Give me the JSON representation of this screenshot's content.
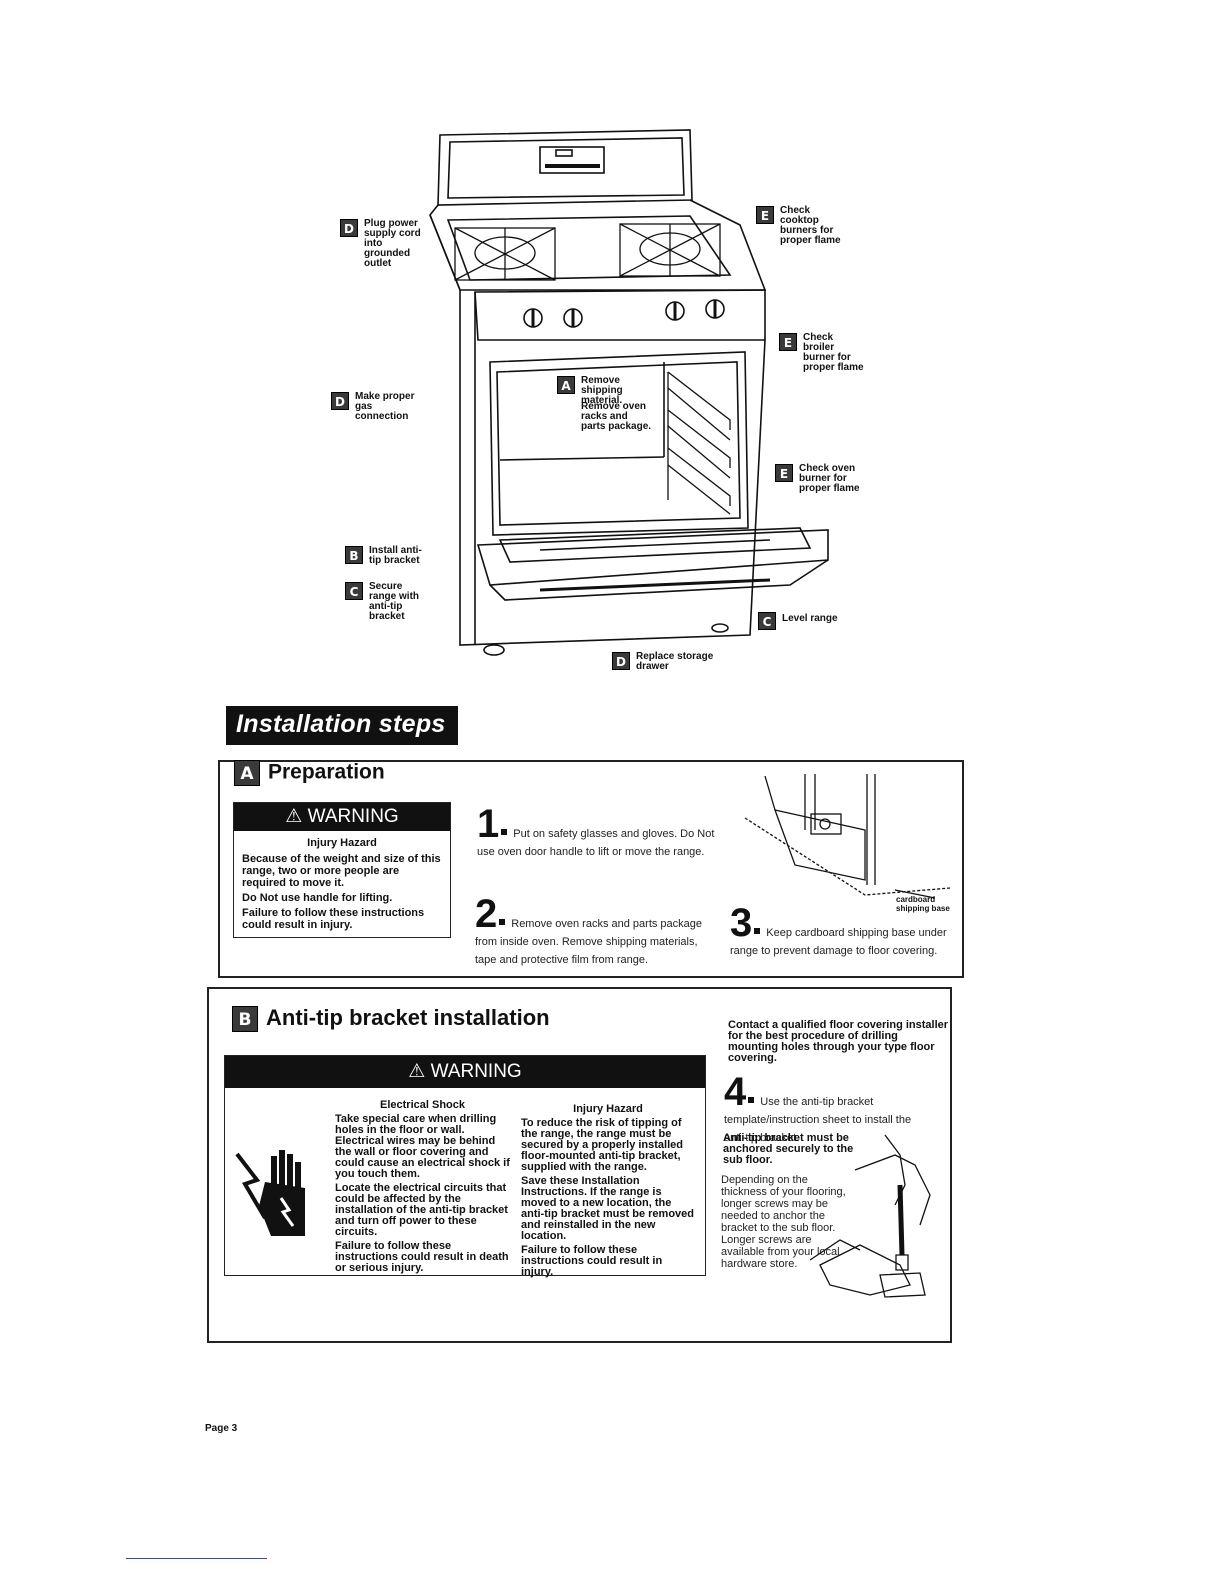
{
  "callouts": {
    "plug": {
      "badge": "D",
      "text": "Plug power supply cord into grounded outlet"
    },
    "gas": {
      "badge": "D",
      "text": "Make proper gas connection"
    },
    "antitip": {
      "badge": "B",
      "text": "Install anti-tip bracket"
    },
    "secure": {
      "badge": "C",
      "text": "Secure range with anti-tip bracket"
    },
    "remove": {
      "badge": "A",
      "text": "Remove shipping material.",
      "text2": "Remove oven racks and parts package."
    },
    "cooktop": {
      "badge": "E",
      "text": "Check cooktop burners for proper flame"
    },
    "broiler": {
      "badge": "E",
      "text": "Check broiler burner for proper flame"
    },
    "oven": {
      "badge": "E",
      "text": "Check oven burner for proper flame"
    },
    "level": {
      "badge": "C",
      "text": "Level range"
    },
    "drawer": {
      "badge": "D",
      "text": "Replace storage drawer"
    }
  },
  "banner": "Installation steps",
  "preparation": {
    "badge": "A",
    "title": "Preparation",
    "warning": {
      "header": "WARNING",
      "hazard": "Injury Hazard",
      "p1": "Because of the weight and size of this range, two or more people are required to move it.",
      "p2": "Do Not use handle for lifting.",
      "p3": "Failure to follow these instructions could result in injury."
    },
    "step1": {
      "num": "1",
      "text": "Put on safety glasses and gloves. Do Not use oven door handle to lift or move the range."
    },
    "step2": {
      "num": "2",
      "text": "Remove oven racks and parts package from inside oven. Remove shipping materials, tape and protective film from range."
    },
    "step3": {
      "num": "3",
      "text": "Keep cardboard shipping base under range to prevent damage to floor covering."
    },
    "base_label": "cardboard shipping base"
  },
  "antitip": {
    "badge": "B",
    "title": "Anti-tip bracket installation",
    "contact": "Contact a qualified floor covering installer for the best procedure of drilling mounting holes through your type floor covering.",
    "warning": {
      "header": "WARNING",
      "col1_title": "Electrical Shock",
      "col1_p1": "Take special care when drilling holes in the floor or wall. Electrical wires may be behind the wall or floor covering and could cause an electrical shock if you touch them.",
      "col1_p2": "Locate the electrical circuits that could be affected by the installation of the anti-tip bracket and turn off power to these circuits.",
      "col1_p3": "Failure to follow these instructions could result in death or serious injury.",
      "col2_title": "Injury Hazard",
      "col2_p1": "To reduce the risk of tipping of the range, the range must be secured by a properly installed floor-mounted anti-tip bracket, supplied with the range.",
      "col2_p2": "Save these Installation Instructions. If the range is moved to a new location, the anti-tip bracket must be removed and reinstalled in the new location.",
      "col2_p3": "Failure to follow these instructions could result in injury."
    },
    "step4": {
      "num": "4",
      "text": "Use the anti-tip bracket template/instruction sheet to install the anti-tip bracket."
    },
    "step4_bold": "Anti-tip bracket must be anchored securely to the sub floor.",
    "step4_more": "Depending on the thickness of your flooring, longer screws may be needed to anchor the bracket to the sub floor. Longer screws are available from your local hardware store."
  },
  "footer": "Page 3"
}
